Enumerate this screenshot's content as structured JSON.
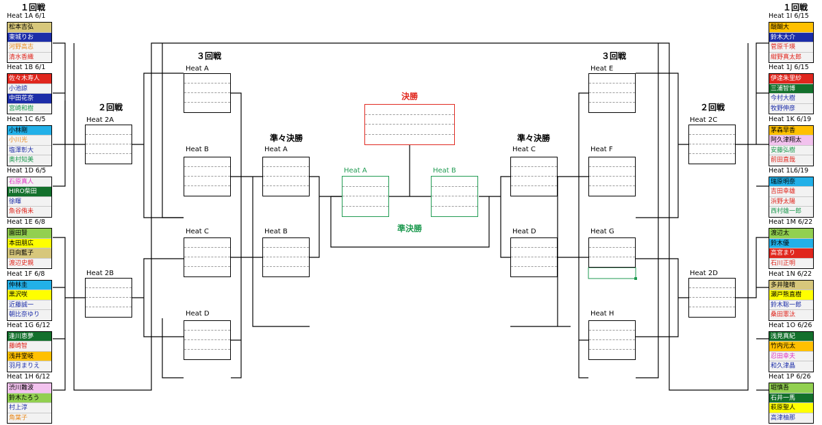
{
  "rounds": {
    "r1_left": "１回戦",
    "r1_right": "１回戦",
    "r2_left": "２回戦",
    "r2_right": "２回戦",
    "r3_left": "３回戦",
    "r3_right": "３回戦",
    "qf_left": "準々決勝",
    "qf_right": "準々決勝",
    "final": "決勝",
    "semi": "準決勝"
  },
  "left_r1": [
    {
      "title": "Heat 1A 6/1",
      "players": [
        {
          "name": "松本吉弘",
          "bg": "#d7c77b",
          "color": "#000000"
        },
        {
          "name": "東城りお",
          "bg": "#1c2da8",
          "color": "#ffffff"
        },
        {
          "name": "河野高志",
          "bg": "#f2f2f2",
          "color": "#e8891d"
        },
        {
          "name": "清水香織",
          "bg": "#f2f2f2",
          "color": "#e0261d"
        }
      ]
    },
    {
      "title": "Heat 1B 6/1",
      "players": [
        {
          "name": "佐々木寿人",
          "bg": "#e0261d",
          "color": "#ffffff"
        },
        {
          "name": "小池諒",
          "bg": "#f2f2f2",
          "color": "#1c2da8"
        },
        {
          "name": "中田花奈",
          "bg": "#1c2da8",
          "color": "#ffffff"
        },
        {
          "name": "宮崎和樹",
          "bg": "#f2f2f2",
          "color": "#1e9a50"
        }
      ]
    },
    {
      "title": "Heat 1C 6/5",
      "players": [
        {
          "name": "小林剛",
          "bg": "#22b0e8",
          "color": "#000000"
        },
        {
          "name": "小川光",
          "bg": "#f2f2f2",
          "color": "#e8891d"
        },
        {
          "name": "塩澤彰大",
          "bg": "#f2f2f2",
          "color": "#1c2da8"
        },
        {
          "name": "奥村知美",
          "bg": "#f2f2f2",
          "color": "#1e9a50"
        }
      ]
    },
    {
      "title": "Heat 1D 6/5",
      "players": [
        {
          "name": "石原真人",
          "bg": "#f2f2f2",
          "color": "#e036c4"
        },
        {
          "name": "HIRO柴田",
          "bg": "#13702c",
          "color": "#ffffff"
        },
        {
          "name": "徐暉",
          "bg": "#f2f2f2",
          "color": "#1c2da8"
        },
        {
          "name": "魚谷侑未",
          "bg": "#f2f2f2",
          "color": "#e0261d"
        }
      ]
    },
    {
      "title": "Heat 1E 6/8",
      "players": [
        {
          "name": "園田賢",
          "bg": "#92d050",
          "color": "#000000"
        },
        {
          "name": "本田朋広",
          "bg": "#ffff00",
          "color": "#000000"
        },
        {
          "name": "日向藍子",
          "bg": "#d7c77b",
          "color": "#000000"
        },
        {
          "name": "渡辺史親",
          "bg": "#f2f2f2",
          "color": "#e0261d"
        }
      ]
    },
    {
      "title": "Heat 1F 6/8",
      "players": [
        {
          "name": "仲林圭",
          "bg": "#22b0e8",
          "color": "#000000"
        },
        {
          "name": "黒沢咲",
          "bg": "#ffff00",
          "color": "#000000"
        },
        {
          "name": "近藤誠一",
          "bg": "#f2f2f2",
          "color": "#1c2da8"
        },
        {
          "name": "朝比奈ゆり",
          "bg": "#f2f2f2",
          "color": "#1c2da8"
        }
      ]
    },
    {
      "title": "Heat 1G 6/12",
      "players": [
        {
          "name": "逢川恵夢",
          "bg": "#13702c",
          "color": "#ffffff"
        },
        {
          "name": "藤崎智",
          "bg": "#f2f2f2",
          "color": "#e0261d"
        },
        {
          "name": "浅井堂岐",
          "bg": "#ffc000",
          "color": "#000000"
        },
        {
          "name": "羽月まりえ",
          "bg": "#f2f2f2",
          "color": "#1c2da8"
        }
      ]
    },
    {
      "title": "Heat 1H 6/12",
      "players": [
        {
          "name": "渋川難波",
          "bg": "#f2c2ee",
          "color": "#000000"
        },
        {
          "name": "鈴木たろう",
          "bg": "#92d050",
          "color": "#000000"
        },
        {
          "name": "村上淳",
          "bg": "#f2f2f2",
          "color": "#1c2da8"
        },
        {
          "name": "角葉子",
          "bg": "#f2f2f2",
          "color": "#e8891d"
        }
      ]
    }
  ],
  "right_r1": [
    {
      "title": "Heat 1I 6/15",
      "players": [
        {
          "name": "醍醐大",
          "bg": "#ffc000",
          "color": "#000000"
        },
        {
          "name": "鈴木大介",
          "bg": "#1c2da8",
          "color": "#ffffff"
        },
        {
          "name": "菅原千瑛",
          "bg": "#f2f2f2",
          "color": "#e0261d"
        },
        {
          "name": "紺野真太郎",
          "bg": "#f2f2f2",
          "color": "#e0261d"
        }
      ]
    },
    {
      "title": "Heat 1J 6/15",
      "players": [
        {
          "name": "伊達朱里紗",
          "bg": "#e0261d",
          "color": "#ffffff"
        },
        {
          "name": "三浦智博",
          "bg": "#13702c",
          "color": "#ffffff"
        },
        {
          "name": "今村大樹",
          "bg": "#f2f2f2",
          "color": "#1c2da8"
        },
        {
          "name": "牧野伸彦",
          "bg": "#f2f2f2",
          "color": "#1c2da8"
        }
      ]
    },
    {
      "title": "Heat 1K 6/19",
      "players": [
        {
          "name": "茅森早香",
          "bg": "#ffc000",
          "color": "#000000"
        },
        {
          "name": "阿久津翔太",
          "bg": "#f2c2ee",
          "color": "#000000"
        },
        {
          "name": "安藤弘樹",
          "bg": "#f2f2f2",
          "color": "#1e9a50"
        },
        {
          "name": "前田直哉",
          "bg": "#f2f2f2",
          "color": "#e0261d"
        }
      ]
    },
    {
      "title": "Heat 1L6/19",
      "players": [
        {
          "name": "瑞原明奈",
          "bg": "#22b0e8",
          "color": "#000000"
        },
        {
          "name": "吉田幸雄",
          "bg": "#f2f2f2",
          "color": "#e0261d"
        },
        {
          "name": "浜野太陽",
          "bg": "#f2f2f2",
          "color": "#e0261d"
        },
        {
          "name": "西村雄一郎",
          "bg": "#f2f2f2",
          "color": "#1e9a50"
        }
      ]
    },
    {
      "title": "Heat 1M 6/22",
      "players": [
        {
          "name": "渡辺太",
          "bg": "#92d050",
          "color": "#000000"
        },
        {
          "name": "鈴木優",
          "bg": "#22b0e8",
          "color": "#000000"
        },
        {
          "name": "高宮まり",
          "bg": "#e0261d",
          "color": "#ffffff"
        },
        {
          "name": "石川正明",
          "bg": "#f2f2f2",
          "color": "#e0261d"
        }
      ]
    },
    {
      "title": "Heat 1N 6/22",
      "players": [
        {
          "name": "多井隆晴",
          "bg": "#d7c77b",
          "color": "#000000"
        },
        {
          "name": "瀬戸熊直樹",
          "bg": "#ffff00",
          "color": "#000000"
        },
        {
          "name": "鈴木聡一郎",
          "bg": "#f2f2f2",
          "color": "#1c2da8"
        },
        {
          "name": "桑田憲汰",
          "bg": "#f2f2f2",
          "color": "#e0261d"
        }
      ]
    },
    {
      "title": "Heat 1O 6/26",
      "players": [
        {
          "name": "浅見真紀",
          "bg": "#13702c",
          "color": "#ffffff"
        },
        {
          "name": "竹内元太",
          "bg": "#ffc000",
          "color": "#000000"
        },
        {
          "name": "忍田幸夫",
          "bg": "#f2f2f2",
          "color": "#e036c4"
        },
        {
          "name": "和久津晶",
          "bg": "#f2f2f2",
          "color": "#1c2da8"
        }
      ]
    },
    {
      "title": "Heat 1P 6/26",
      "players": [
        {
          "name": "堀慎吾",
          "bg": "#92d050",
          "color": "#000000"
        },
        {
          "name": "石井一馬",
          "bg": "#13702c",
          "color": "#ffffff"
        },
        {
          "name": "萩原聖人",
          "bg": "#ffff00",
          "color": "#000000"
        },
        {
          "name": "高津柚那",
          "bg": "#f2f2f2",
          "color": "#1c2da8"
        }
      ]
    }
  ],
  "r2": {
    "a": "Heat 2A",
    "b": "Heat 2B",
    "c": "Heat 2C",
    "d": "Heat 2D"
  },
  "r3": {
    "a": "Heat A",
    "b": "Heat B",
    "c": "Heat C",
    "d": "Heat D",
    "e": "Heat E",
    "f": "Heat F",
    "g": "Heat G",
    "h": "Heat H"
  },
  "qf": {
    "a": "Heat A",
    "b": "Heat B",
    "c": "Heat C",
    "d": "Heat D"
  },
  "sf": {
    "a": "Heat A",
    "b": "Heat B"
  },
  "colors": {
    "final": "#e0261d",
    "semi": "#1e9a50"
  }
}
